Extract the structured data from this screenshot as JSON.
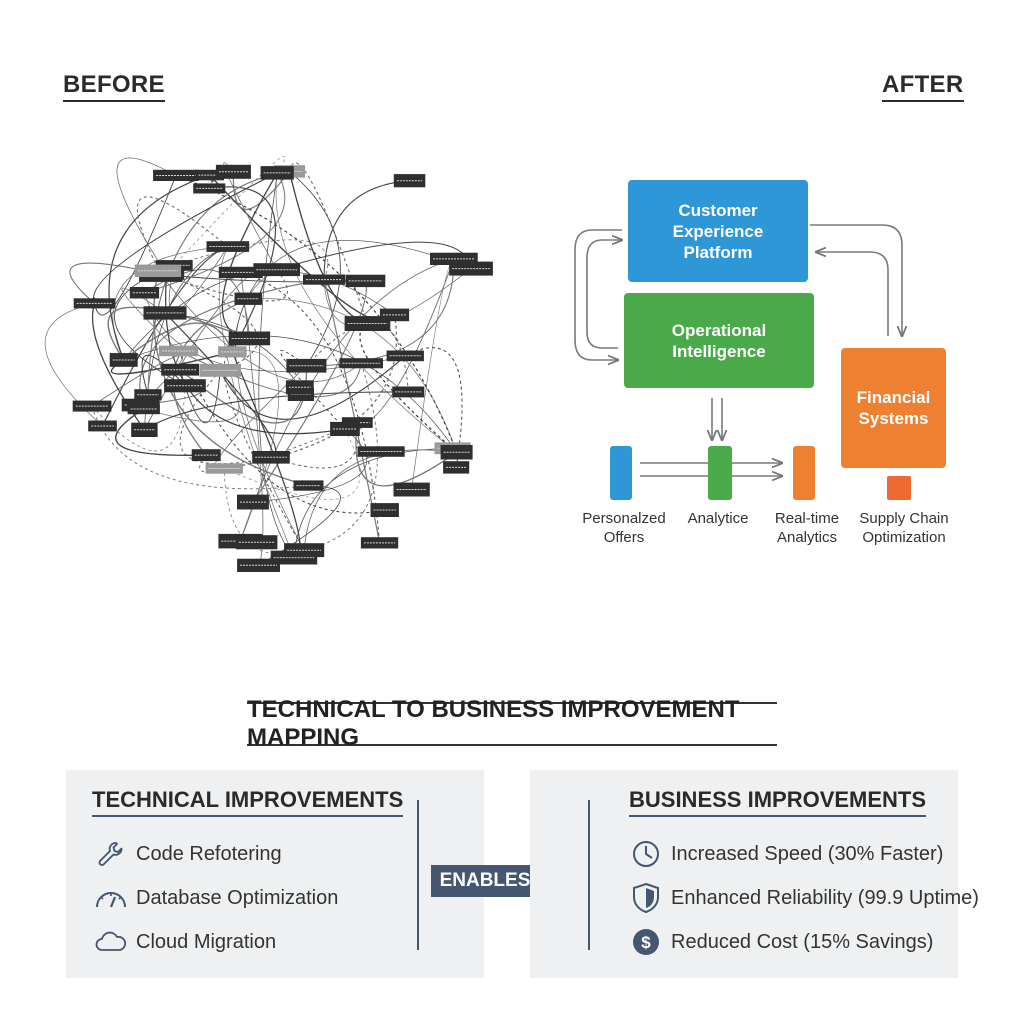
{
  "before_title": "BEFORE",
  "after_title": "AFTER",
  "after": {
    "boxes": {
      "customer": {
        "label": "Customer\nExperience\nPlatform",
        "color": "#2e97d8"
      },
      "operational": {
        "label": "Operational\nIntelligence",
        "color": "#4aaa4a"
      },
      "financial": {
        "label": "Financial\nSystems",
        "color": "#ee8032"
      }
    },
    "sub_items": [
      {
        "label": "Personalzed\nOffers",
        "color": "#2e97d8"
      },
      {
        "label": "Analytice",
        "color": "#4aaa4a"
      },
      {
        "label": "Real-time\nAnalytics",
        "color": "#ee8032"
      },
      {
        "label": "Supply Chain\nOptimization",
        "color": "#ee6a32"
      }
    ]
  },
  "mapping": {
    "title": "TECHNICAL TO BUSINESS IMPROVEMENT MAPPING",
    "enables": "ENABLES",
    "technical": {
      "title": "TECHNICAL IMPROVEMENTS",
      "items": [
        {
          "label": "Code Refotering",
          "icon": "wrench-icon"
        },
        {
          "label": "Database Optimization",
          "icon": "gauge-icon"
        },
        {
          "label": "Cloud Migration",
          "icon": "cloud-icon"
        }
      ]
    },
    "business": {
      "title": "BUSINESS IMPROVEMENTS",
      "items": [
        {
          "label": "Increased Speed (30% Faster)",
          "icon": "clock-icon"
        },
        {
          "label": "Enhanced Reliability (99.9 Uptime)",
          "icon": "shield-icon"
        },
        {
          "label": "Reduced Cost (15% Savings)",
          "icon": "dollar-icon"
        }
      ]
    }
  }
}
